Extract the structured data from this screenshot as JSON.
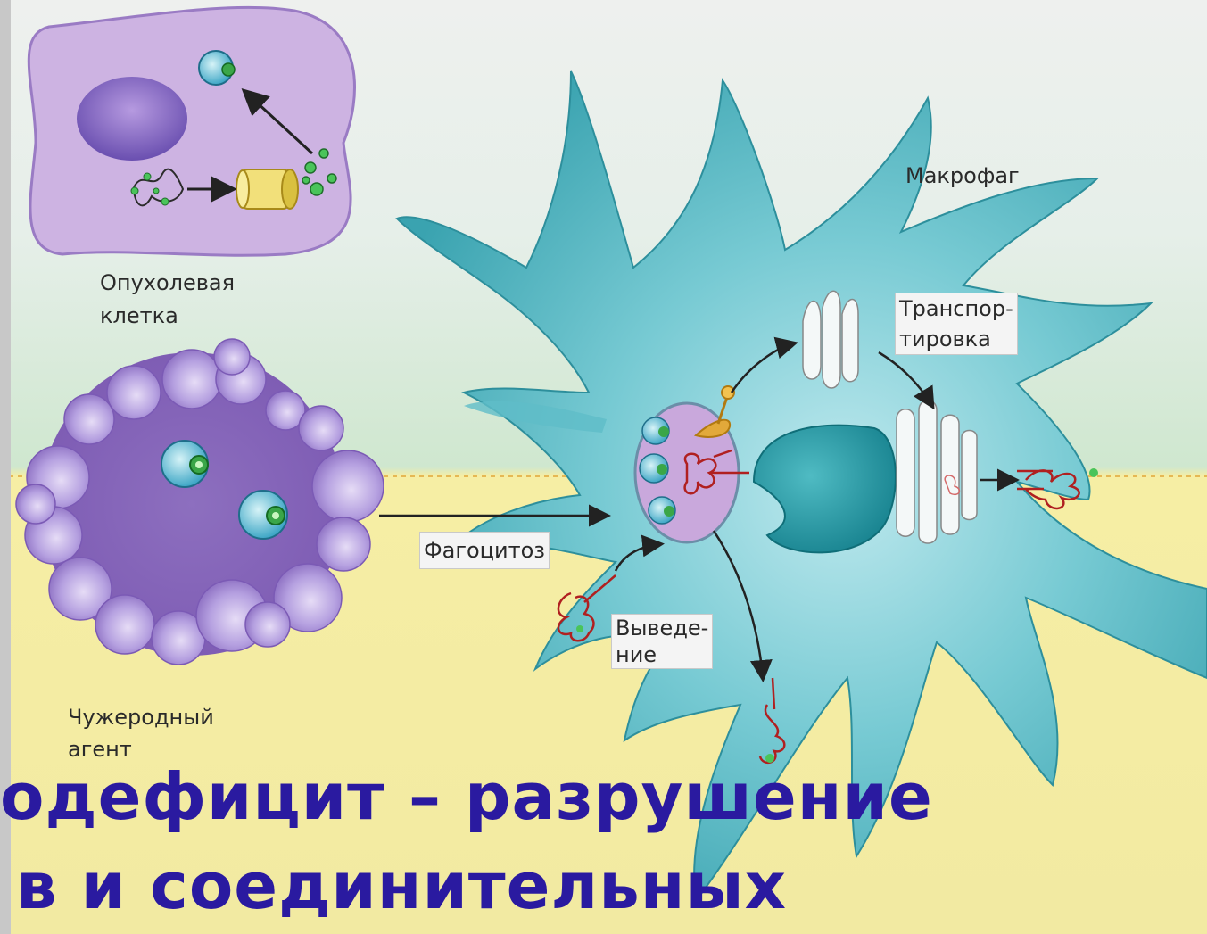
{
  "labels": {
    "macrophage": "Макрофаг",
    "tumor_cell_line1": "Опухолевая",
    "tumor_cell_line2": "клетка",
    "transport_line1": "Транспор-",
    "transport_line2": "тировка",
    "phagocytosis": "Фагоцитоз",
    "excretion_line1": "Выведе-",
    "excretion_line2": "ние",
    "foreign_agent_line1": "Чужеродный",
    "foreign_agent_line2": "агент"
  },
  "overlay": {
    "line1": "одефицит – разрушение",
    "line2": "в и соединительных"
  },
  "colors": {
    "cell_teal": "#4fb3bf",
    "tumor_purple": "#c6a8dc",
    "agent_purple": "#8a6cc0",
    "title_blue": "#2a1aa0",
    "mhc_red": "#b02020"
  }
}
